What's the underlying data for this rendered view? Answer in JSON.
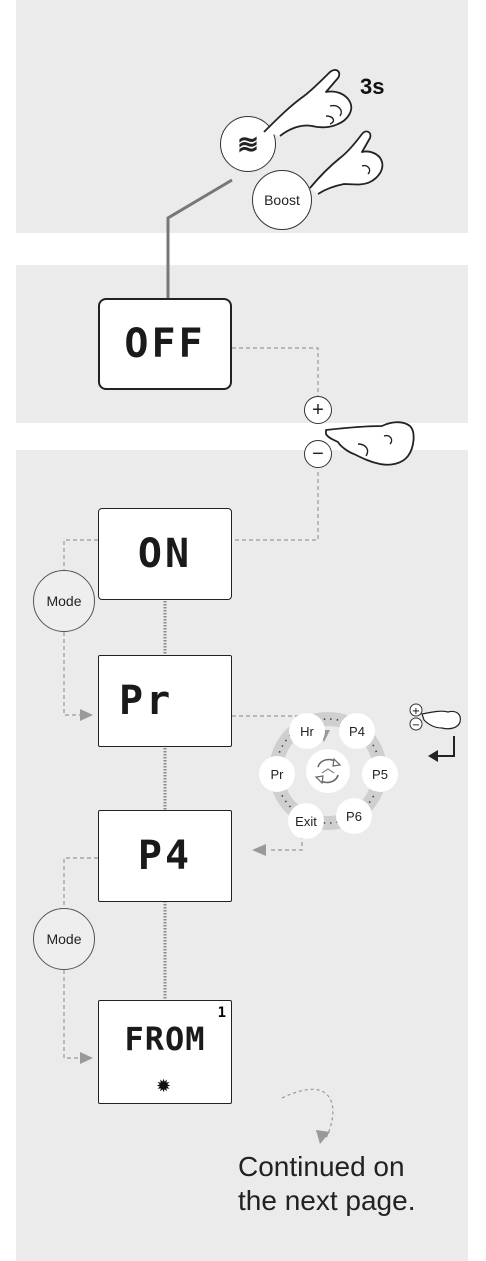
{
  "step1": {
    "hold_duration": "3s",
    "wave_symbol": "≋",
    "boost_label": "Boost"
  },
  "displays": {
    "off": "OFF",
    "on": "ON",
    "pr": "Pr",
    "p4": "P4",
    "from": "FROM",
    "from_superscript": "1",
    "sun_symbol": "✹"
  },
  "buttons": {
    "mode_1": "Mode",
    "mode_2": "Mode",
    "plus": "+",
    "minus": "−"
  },
  "cycle": {
    "nodes": [
      "Hr",
      "P4",
      "P5",
      "P6",
      "Exit",
      "Pr"
    ]
  },
  "footer": {
    "line1": "Continued on",
    "line2": "the next page."
  }
}
